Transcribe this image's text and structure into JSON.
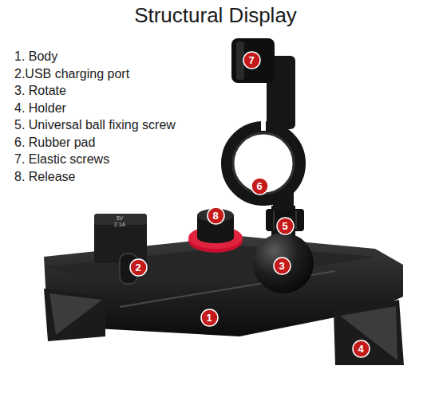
{
  "diagram": {
    "title": "Structural Display",
    "nodes": [
      {
        "text": [
          "7"
        ]
      },
      {
        "text": [
          "6"
        ]
      },
      {
        "text": [
          "8"
        ]
      },
      {
        "text": [
          "5"
        ]
      },
      {
        "text": [
          "2"
        ]
      },
      {
        "text": [
          "3"
        ]
      },
      {
        "text": [
          "1"
        ]
      },
      {
        "text": [
          "4"
        ]
      }
    ],
    "labels": [
      "1. Body",
      "2.USB charging port",
      "3. Rotate",
      "4. Holder",
      "5. Universal ball fixing screw",
      "6. Rubber pad",
      "7. Elastic screws",
      "8. Release",
      "5V 2.1A"
    ]
  }
}
